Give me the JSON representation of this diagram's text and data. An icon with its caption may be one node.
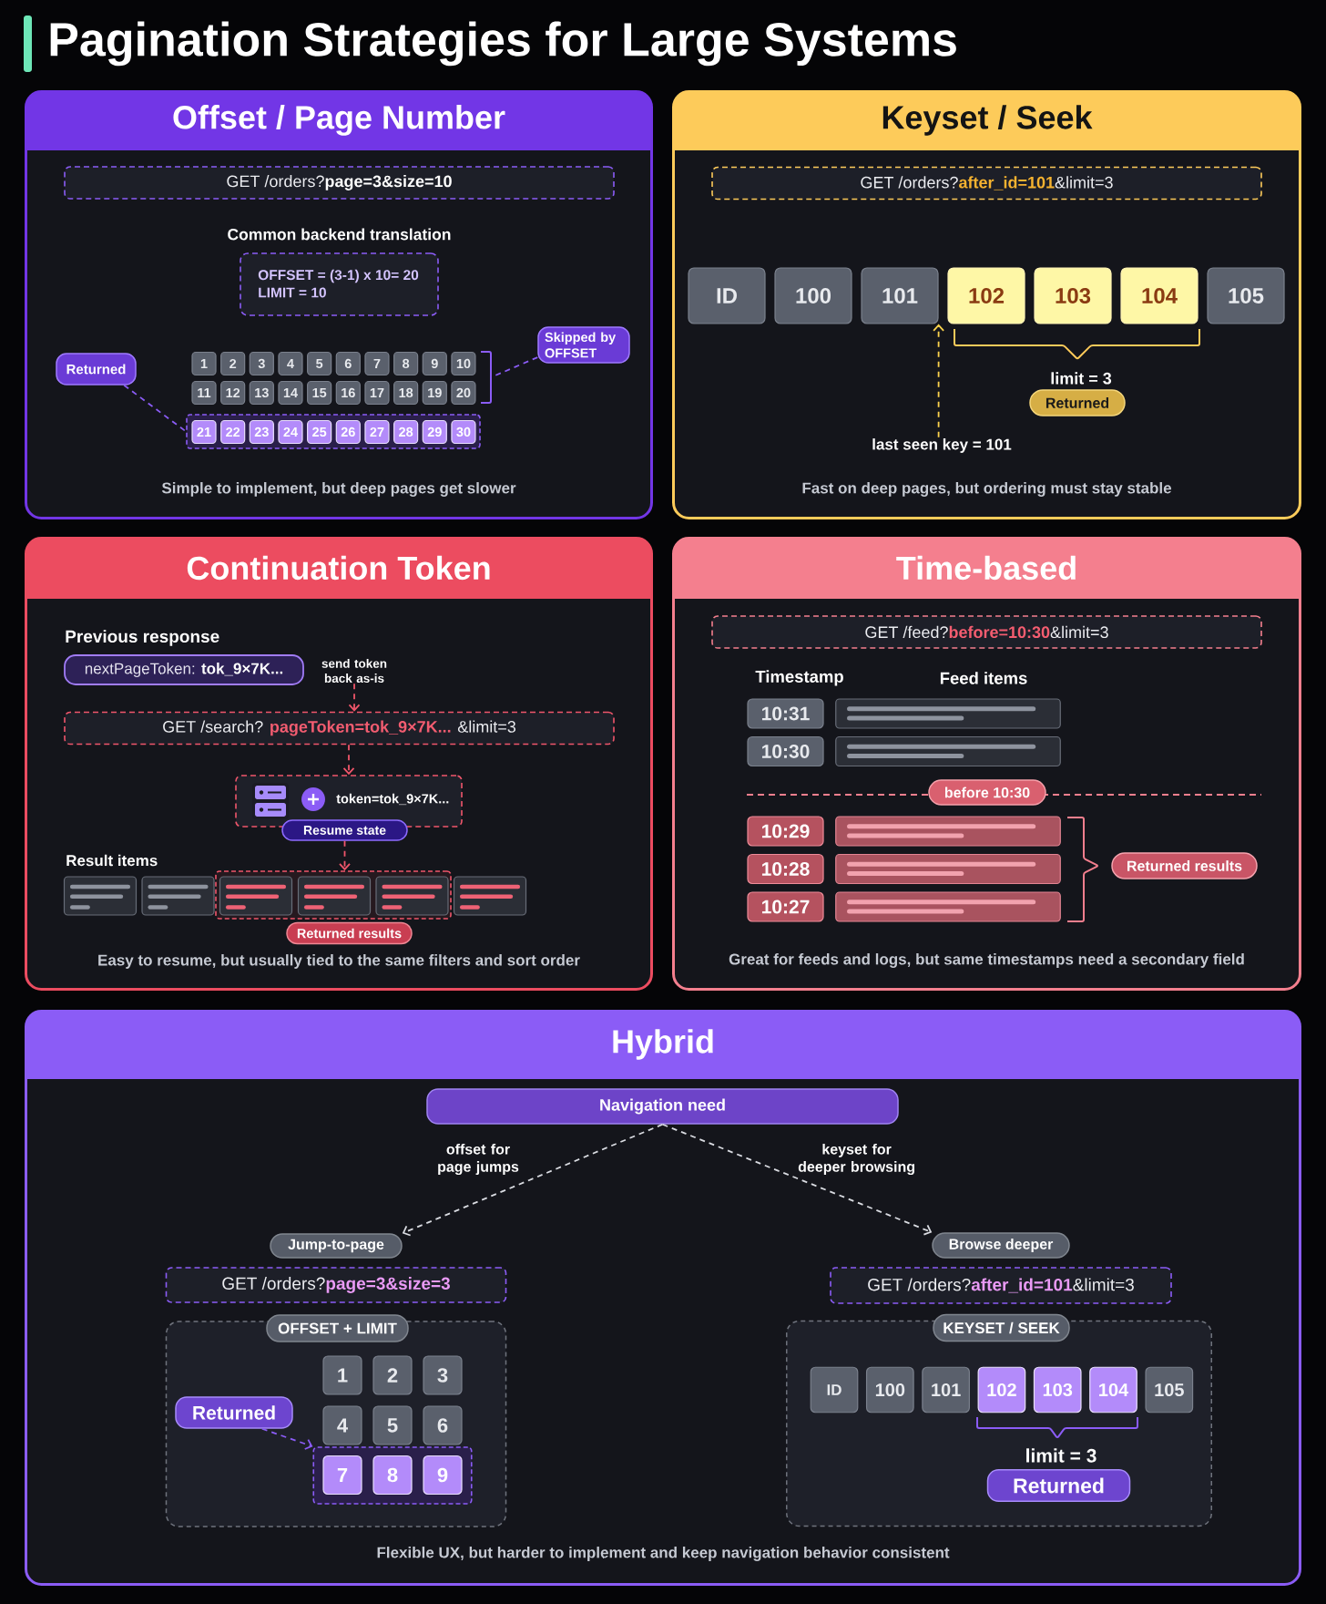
{
  "diagram": {
    "title": "Pagination Strategies for Large Systems",
    "nodes": [
      {
        "text": [
          "Offset / Page Number",
          "Simple to implement, but deep pages get slower"
        ]
      },
      {
        "text": [
          "GET /orders?**page=3&size=10**"
        ],
        "in": 0
      },
      {
        "text": [
          "Common backend translation",
          "OFFSET = (3-1) x 10= 20",
          "LIMIT = 10"
        ],
        "in": 0
      },
      {
        "text": [
          "Skipped by OFFSET"
        ],
        "in": 0
      },
      {
        "text": [
          "Returned"
        ],
        "in": 0
      },
      {
        "text": [
          "1"
        ],
        "in": 0
      },
      {
        "text": [
          "2"
        ],
        "in": 0
      },
      {
        "text": [
          "3"
        ],
        "in": 0
      },
      {
        "text": [
          "4"
        ],
        "in": 0
      },
      {
        "text": [
          "5"
        ],
        "in": 0
      },
      {
        "text": [
          "6"
        ],
        "in": 0
      },
      {
        "text": [
          "7"
        ],
        "in": 0
      },
      {
        "text": [
          "8"
        ],
        "in": 0
      },
      {
        "text": [
          "9"
        ],
        "in": 0
      },
      {
        "text": [
          "10"
        ],
        "in": 0
      },
      {
        "text": [
          "11"
        ],
        "in": 0
      },
      {
        "text": [
          "12"
        ],
        "in": 0
      },
      {
        "text": [
          "13"
        ],
        "in": 0
      },
      {
        "text": [
          "14"
        ],
        "in": 0
      },
      {
        "text": [
          "15"
        ],
        "in": 0
      },
      {
        "text": [
          "16"
        ],
        "in": 0
      },
      {
        "text": [
          "17"
        ],
        "in": 0
      },
      {
        "text": [
          "18"
        ],
        "in": 0
      },
      {
        "text": [
          "19"
        ],
        "in": 0
      },
      {
        "text": [
          "20"
        ],
        "in": 0
      },
      {
        "text": [],
        "shape": "bracket",
        "in": 0
      },
      {
        "text": [],
        "shape": "box",
        "in": 0
      },
      {
        "text": [
          "21"
        ],
        "in": 26
      },
      {
        "text": [
          "22"
        ],
        "in": 26
      },
      {
        "text": [
          "23"
        ],
        "in": 26
      },
      {
        "text": [
          "24"
        ],
        "in": 26
      },
      {
        "text": [
          "25"
        ],
        "in": 26
      },
      {
        "text": [
          "26"
        ],
        "in": 26
      },
      {
        "text": [
          "27"
        ],
        "in": 26
      },
      {
        "text": [
          "28"
        ],
        "in": 26
      },
      {
        "text": [
          "29"
        ],
        "in": 26
      },
      {
        "text": [
          "30"
        ],
        "in": 26
      },
      {
        "text": [
          "Keyset / Seek",
          "Fast on deep pages, but ordering must stay stable"
        ]
      },
      {
        "text": [
          "GET /orders?**after_id=101**&limit=3"
        ],
        "in": 37
      },
      {
        "text": [
          "ID"
        ],
        "in": 37
      },
      {
        "text": [
          "100"
        ],
        "in": 37
      },
      {
        "text": [
          "101"
        ],
        "in": 37
      },
      {
        "text": [
          "102"
        ],
        "in": 37
      },
      {
        "text": [
          "103"
        ],
        "in": 37
      },
      {
        "text": [
          "104"
        ],
        "in": 37
      },
      {
        "text": [
          "105"
        ],
        "in": 37
      },
      {
        "text": [
          "Returned"
        ],
        "in": 37
      },
      {
        "text": [
          "last seen key = 101"
        ],
        "in": 37
      },
      {
        "text": [
          "Continuation Token",
          "Easy to resume, but usually tied to the same filters and sort order"
        ]
      },
      {
        "text": [
          "Previous response",
          "nextPageToken: **tok_9×7K...**"
        ],
        "in": 48
      },
      {
        "text": [
          "send token back as-is"
        ],
        "in": 48
      },
      {
        "text": [
          "GET /search? **pageToken=tok_9×7K...** &limit=3"
        ],
        "in": 48
      },
      {
        "text": [
          "token=tok_9×7K...",
          "Resume state"
        ],
        "in": 48
      },
      {
        "text": [],
        "shape": "card",
        "in": 48
      },
      {
        "text": [],
        "shape": "card",
        "in": 48
      },
      {
        "text": [],
        "shape": "box",
        "in": 48
      },
      {
        "text": [],
        "shape": "card",
        "in": 55
      },
      {
        "text": [],
        "shape": "card",
        "in": 55
      },
      {
        "text": [],
        "shape": "card",
        "in": 55
      },
      {
        "text": [],
        "shape": "card",
        "in": 48
      },
      {
        "text": [
          "Returned results"
        ],
        "in": 48
      },
      {
        "text": [
          "Time-based",
          "Great for feeds and logs, but same timestamps need a secondary field"
        ]
      },
      {
        "text": [
          "GET /feed?**before=10:30**&limit=3"
        ],
        "in": 61
      },
      {
        "text": [
          "10:31"
        ],
        "in": 61
      },
      {
        "text": [],
        "shape": "card",
        "in": 61
      },
      {
        "text": [
          "10:30"
        ],
        "in": 61
      },
      {
        "text": [],
        "shape": "card",
        "in": 61
      },
      {
        "text": [
          "before 10:30"
        ],
        "in": 61
      },
      {
        "text": [
          "10:29"
        ],
        "in": 61
      },
      {
        "text": [],
        "shape": "card",
        "in": 61
      },
      {
        "text": [
          "10:28"
        ],
        "in": 61
      },
      {
        "text": [],
        "shape": "card",
        "in": 61
      },
      {
        "text": [
          "Returned results"
        ],
        "in": 61
      },
      {
        "text": [
          "10:27"
        ],
        "in": 61
      },
      {
        "text": [],
        "shape": "card",
        "in": 61
      },
      {
        "text": [
          "Hybrid",
          "Flexible UX, but harder to implement and keep navigation behavior consistent"
        ]
      },
      {
        "text": [
          "Navigation need"
        ],
        "in": 75
      },
      {
        "text": [
          "Jump-to-page"
        ],
        "in": 75
      },
      {
        "text": [
          "Browse deeper"
        ],
        "in": 75
      },
      {
        "text": [
          "GET /orders?**page=3&size=3**"
        ],
        "in": 75
      },
      {
        "text": [
          "GET /orders?**after_id=101**&limit=3"
        ],
        "in": 75
      },
      {
        "text": [
          "OFFSET + LIMIT"
        ],
        "in": 75
      },
      {
        "text": [
          "1"
        ],
        "in": 81
      },
      {
        "text": [
          "2"
        ],
        "in": 81
      },
      {
        "text": [
          "3"
        ],
        "in": 81
      },
      {
        "text": [
          "Returned"
        ],
        "in": 81
      },
      {
        "text": [
          "4"
        ],
        "in": 81
      },
      {
        "text": [
          "5"
        ],
        "in": 81
      },
      {
        "text": [
          "6"
        ],
        "in": 81
      },
      {
        "text": [],
        "shape": "box",
        "in": 81
      },
      {
        "text": [
          "7"
        ],
        "in": 89
      },
      {
        "text": [
          "8"
        ],
        "in": 89
      },
      {
        "text": [
          "9"
        ],
        "in": 89
      },
      {
        "text": [
          "KEYSET / SEEK"
        ],
        "in": 75
      },
      {
        "text": [
          "ID"
        ],
        "in": 93
      },
      {
        "text": [
          "100"
        ],
        "in": 93
      },
      {
        "text": [
          "101"
        ],
        "in": 93
      },
      {
        "text": [
          "102"
        ],
        "in": 93
      },
      {
        "text": [
          "103"
        ],
        "in": 93
      },
      {
        "text": [
          "104"
        ],
        "in": 93
      },
      {
        "text": [
          "105"
        ],
        "in": 93
      },
      {
        "text": [
          "Returned"
        ],
        "in": 93
      }
    ],
    "edges": [
      {
        "from": 3,
        "to": 25,
        "arrow": "none",
        "style": "dashed",
        "color": "#8b5cf6"
      },
      {
        "from": 4,
        "to": 26,
        "arrow": "none",
        "style": "dashed",
        "color": "#8b5cf6"
      },
      {
        "from": 47,
        "to": 41,
        "arrow": "to",
        "style": "dashed",
        "color": "#fcd34d"
      },
      {
        "from": 50,
        "to": 51,
        "arrow": "to",
        "style": "dashed",
        "color": "#f0566b"
      },
      {
        "from": 51,
        "to": 52,
        "arrow": "to",
        "style": "dashed",
        "color": "#f0566b"
      },
      {
        "from": 52,
        "to": 55,
        "arrow": "to",
        "style": "dashed",
        "color": "#f0566b"
      },
      {
        "from": 76,
        "to": 77,
        "label": "offset for page jumps",
        "arrow": "to",
        "style": "dashed",
        "color": "#d9dbe1"
      },
      {
        "from": 76,
        "to": 78,
        "label": "keyset for deeper browsing",
        "arrow": "to",
        "style": "dashed",
        "color": "#d9dbe1"
      },
      {
        "from": 85,
        "to": 89,
        "arrow": "to",
        "style": "dashed",
        "color": "#8b5cf6"
      }
    ],
    "labels": [
      "limit = 3",
      "Timestamp",
      "Feed items",
      "Result items",
      "limit = 3"
    ]
  }
}
